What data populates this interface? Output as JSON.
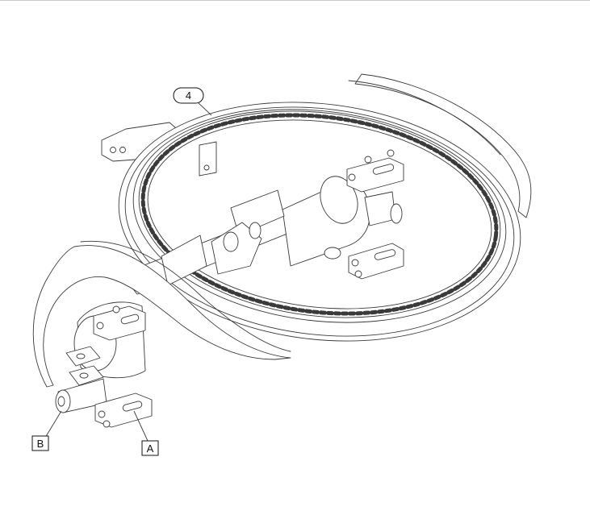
{
  "callouts": {
    "part_4": "4",
    "part_a": "A",
    "part_b": "B"
  },
  "colors": {
    "line": "#3a3a3a",
    "fill": "#ffffff",
    "background": "#ffffff"
  }
}
